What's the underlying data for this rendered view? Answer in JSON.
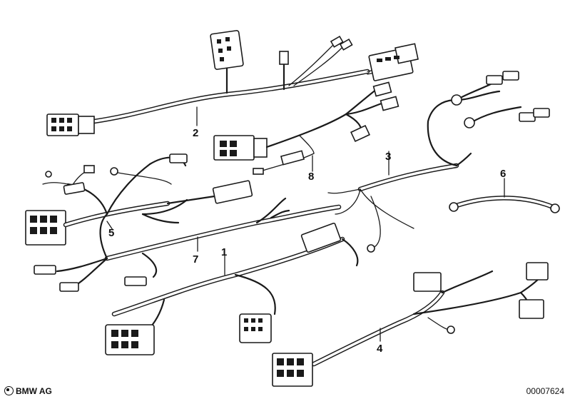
{
  "diagram": {
    "part_labels": [
      "1",
      "2",
      "3",
      "4",
      "5",
      "6",
      "7",
      "8"
    ]
  },
  "footer": {
    "copyright": "BMW AG",
    "diagram_number": "00007624"
  }
}
